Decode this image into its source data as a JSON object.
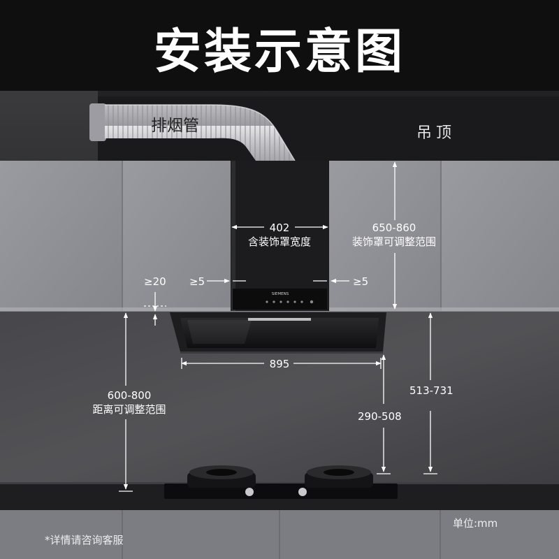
{
  "title": "安装示意图",
  "labels": {
    "exhaust_pipe": "排烟管",
    "ceiling": "吊顶",
    "hood_width_value": "402",
    "hood_width_desc": "含装饰罩宽度",
    "hood_height_value": "650-860",
    "hood_height_desc": "装饰罩可调整范围",
    "gap_top": "≥20",
    "gap_left": "≥5",
    "gap_right": "≥5",
    "hood_body_width": "895",
    "distance_value": "600-800",
    "distance_desc": "距离可调整范围",
    "range_high": "513-731",
    "range_low": "290-508",
    "unit": "单位:mm",
    "note": "*详情请咨询客服"
  },
  "brand": "SIEMENS",
  "colors": {
    "text": "#ffffff",
    "cabinet": "#8f8f97",
    "wall": "#4a4a4e",
    "ceiling": "#1e1e20",
    "hood": "#1a1a1c",
    "countertop": "#1c1c1e"
  }
}
